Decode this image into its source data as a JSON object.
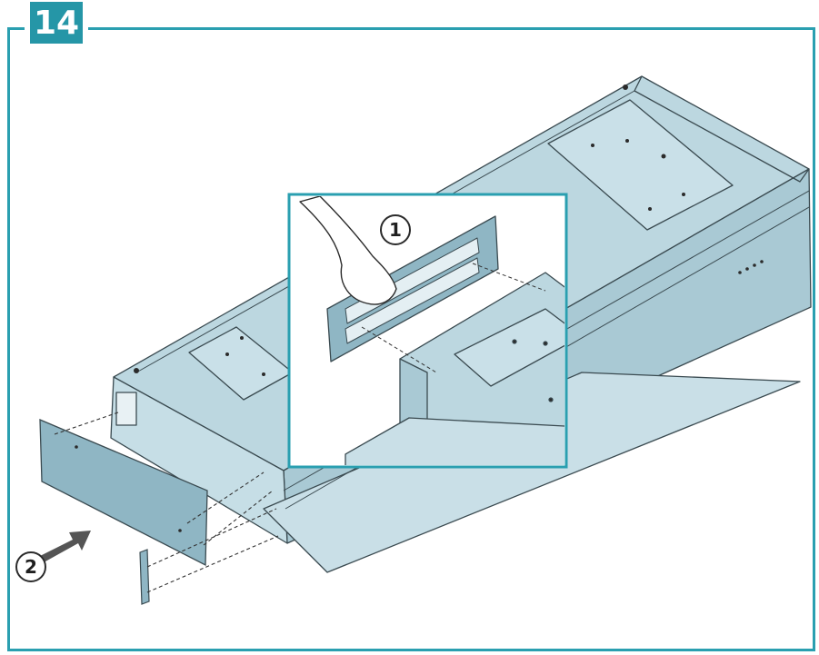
{
  "step_number": "14",
  "callouts": {
    "one": "1",
    "two": "2"
  },
  "colors": {
    "accent": "#2596a7",
    "panel": "#b7d4de",
    "panel_dark": "#8fb6c4",
    "outline": "#3a4a50"
  }
}
